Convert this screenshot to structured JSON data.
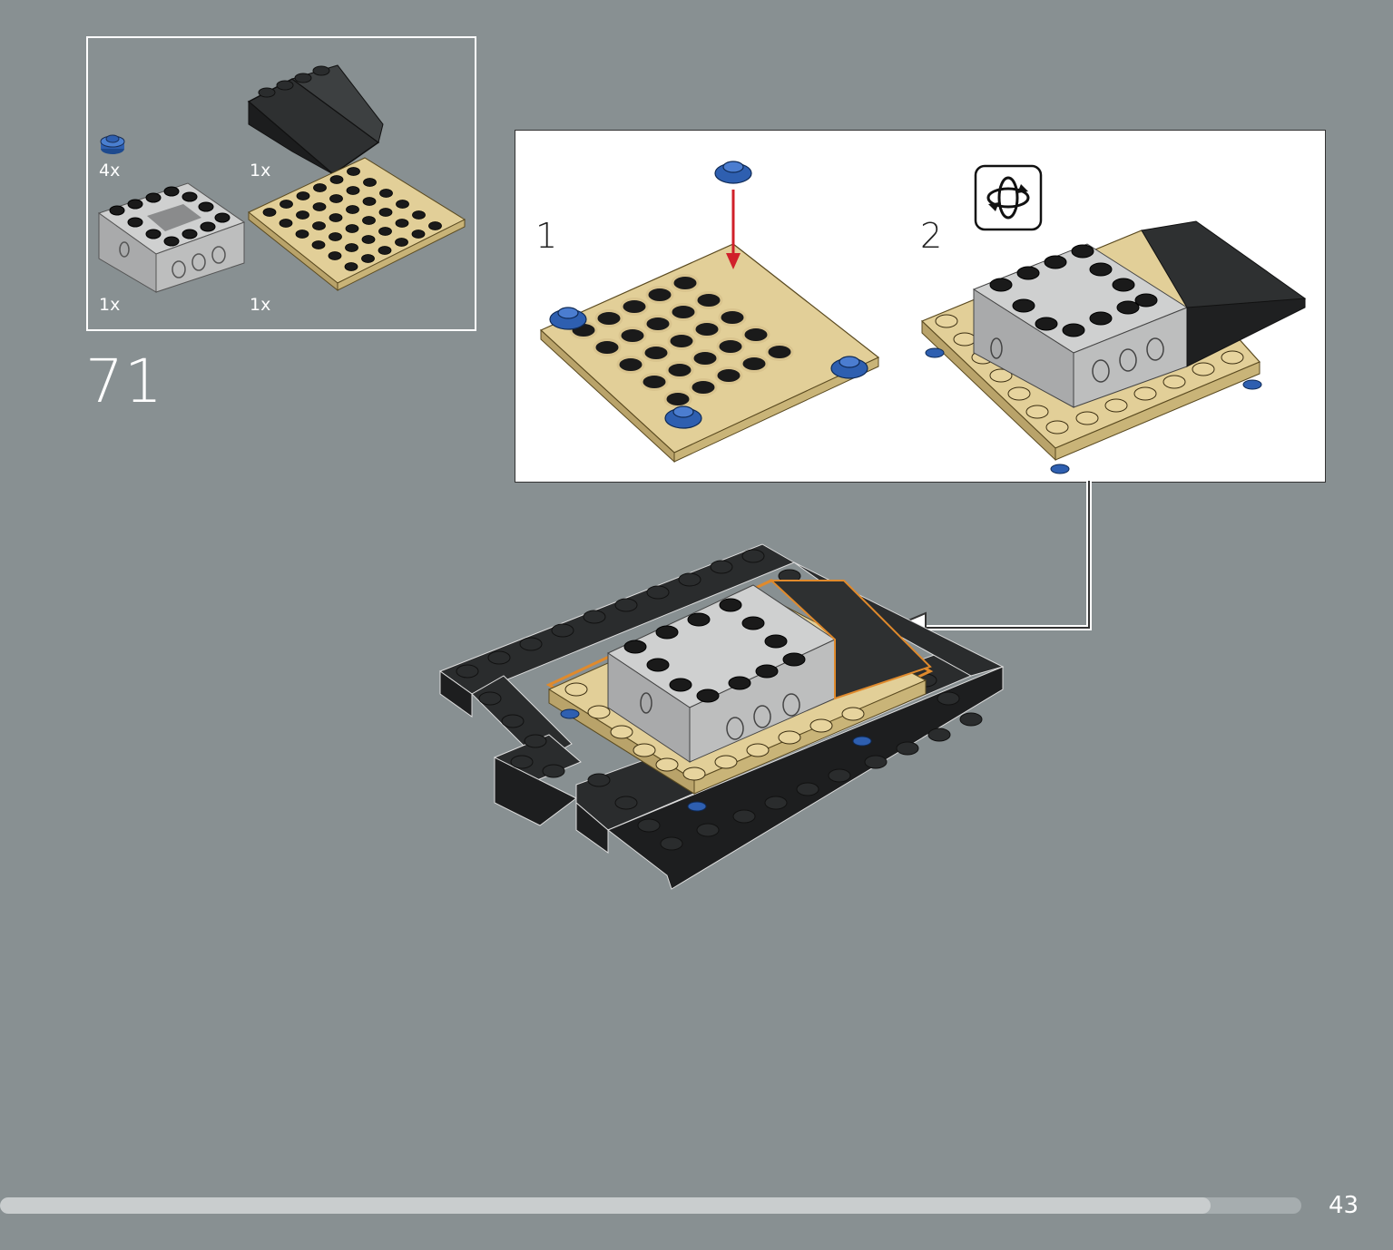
{
  "step": {
    "number": "71"
  },
  "parts": [
    {
      "quantity": "4x",
      "icon": "blue-round-plate-1x1"
    },
    {
      "quantity": "1x",
      "icon": "dark-grey-slope-brick"
    },
    {
      "quantity": "1x",
      "icon": "light-grey-technic-frame-brick"
    },
    {
      "quantity": "1x",
      "icon": "tan-plate-6x6"
    }
  ],
  "substeps": [
    {
      "number": "1"
    },
    {
      "number": "2"
    }
  ],
  "rotate_icon": "rotate-model-icon",
  "page": {
    "number": "43",
    "progress": 0.93
  },
  "colors": {
    "background": "#889092",
    "tan": "#d9c48e",
    "dark_grey": "#3a3c3d",
    "light_grey": "#b8b8b8",
    "blue": "#2e5fb0",
    "highlight": "#e08a2c",
    "arrow_red": "#d0202a"
  }
}
